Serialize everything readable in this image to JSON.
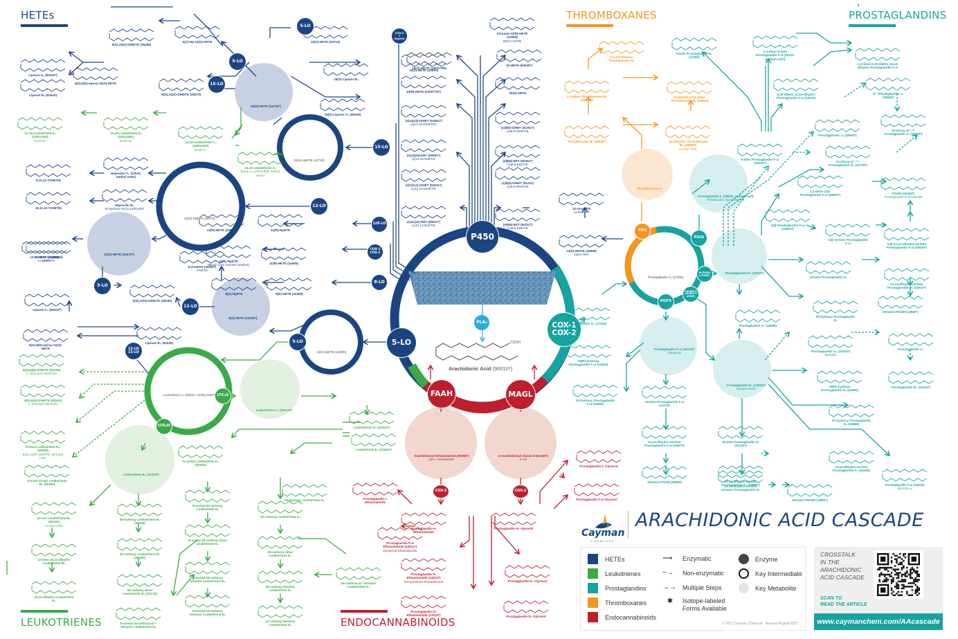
{
  "title": "ARACHIDONIC ACID CASCADE",
  "brand": {
    "name": "Cayman",
    "subname": "CHEMICAL"
  },
  "colors": {
    "hetes": "#1b4581",
    "leukotrienes": "#3aaa48",
    "prostaglandins": "#17a3a0",
    "thromboxanes": "#f7941d",
    "endocannabinoids": "#be1e2d",
    "pla2": "#29abe2",
    "hetes_metabolite": "#c7d1e3",
    "lt_metabolite": "#e2f1df",
    "pg_metabolite": "#d7eeee",
    "tx_metabolite": "#fde6cf",
    "ec_metabolite": "#f1d7ce"
  },
  "sections": {
    "hetes": "HETEs",
    "thromboxanes": "THROMBOXANES",
    "prostaglandins": "PROSTAGLANDINS",
    "leukotrienes": "LEUKOTRIENES",
    "endocannabinoids": "ENDOCANNABINOIDS"
  },
  "center": {
    "substrate": "Arachidonic Acid",
    "substrate_cat": "(90010*)",
    "enzyme_pla2": "PLA₂",
    "p450": "P450",
    "cox": "COX-1\nCOX-2",
    "lo5": "5-LO",
    "faah": "FAAH",
    "magl": "MAGL"
  },
  "enzymes": {
    "lo5_a": "5-LO",
    "lo5_b": "5-LO",
    "lo5_c": "5-LO",
    "lo5_d": "5-LO",
    "lo5_e": "5-LO",
    "lo15_a": "15-LO",
    "lo15_b": "15-LO",
    "lo12_a": "12-LO",
    "lo12_b": "12-LO",
    "lo12r": "12R-LO",
    "cox12_small": "COX-1\nCOX-2",
    "lo8": "8-LO",
    "lo12_15": "12-LO\n15-LO",
    "cox2_aspirin": "COX-2\n+\nAspirin",
    "ltc4s": "LTC₄S",
    "lta4h": "LTA₄H",
    "txs": "TXS",
    "pgis": "PGIS",
    "hpgds": "H-PGDS\nL-PGDS",
    "mpges": "mPGES-1\nmPGES-2\ncPGES",
    "pgfs": "PGFS",
    "cox2_a": "COX-2",
    "cox2_b": "COX-2"
  },
  "key_intermediates": {
    "hpete15": "15(S)-HpETE (44720)",
    "hpete12": "12(S)-HpETE (44570)",
    "hpete5": "5(S)-HpETE (44230)",
    "lta4": "Leukotriene A₄ (20010, methyl ester*)",
    "pgh2": "Prostaglandin H₂ (17020)"
  },
  "key_metabolites": {
    "hete15": "15(S)-HETE (34720*)",
    "hete12": "12(S)-HETE (34570*)",
    "hete5": "5(S)-HETE (34230*)",
    "ltb4": "Leukotriene B₄ (20110*)",
    "ltc4": "Leukotriene C₄ (20210*)",
    "txa2": "Thromboxane A₂",
    "pgi2": {
      "name": "Prostaglandin I₂ (18220, sodium salt)",
      "sub": "Prostacyclin, Epoprostenol"
    },
    "pgd2": "Prostaglandin D₂ (12010*)",
    "pgf2a": {
      "name": "Prostaglandin F₂α (16010*)",
      "sub": "Dinoprost"
    },
    "pge2": {
      "name": "Prostaglandin E₂ (14010*)",
      "sub": "Dinoprostone"
    },
    "aea": {
      "name": "Arachidonoyl Ethanolamide (90050*)",
      "sub": "AEA, Anandamide"
    },
    "ag2": {
      "name": "2-Arachidonoyl Glycerol (62160*)",
      "sub": "2-AG"
    }
  },
  "hete_compounds": [
    {
      "name": "5(S),15(S)-DiHETE (35280)"
    },
    {
      "name": "5(S)-Hp-15(S)-HETE"
    },
    {
      "name": "Lipoxin A₄ (90410*)"
    },
    {
      "name": "Lipoxin B₄ (90420)"
    },
    {
      "name": "5(S),6(S)-epoxy-15(S)-HETE"
    },
    {
      "name": "8(S),15(S)-DiHETE (35370)"
    },
    {
      "name": "15(S)-HETE (34710)"
    },
    {
      "name": "15(S)-Lipoxin B₄"
    },
    {
      "name": "15(S)-Lipoxin A₄ (90415)"
    },
    {
      "name": "8,11,12-TriHETrE"
    },
    {
      "name": "Hepoxilin A₃ (22510, methyl ester)"
    },
    {
      "name": "10,11,12-TriHETrE"
    },
    {
      "name": "Hepoxilin B₃",
      "sub": "10-hydroxy-11(S),12(S)-EET"
    },
    {
      "name": "12-OxoETE (34580)",
      "sub": "12-KETE"
    },
    {
      "name": "12(R)-HETE (34560)"
    },
    {
      "name": "12(R)-HpETE"
    },
    {
      "name": "11(R)-HETE (34505)"
    },
    {
      "name": "11(R)-HpETE",
      "sub": "(Minor COX reaction product)"
    },
    {
      "name": "5-OxoETE (34250*)",
      "sub": "5-KETE"
    },
    {
      "name": "8(S)-HETE (34360)"
    },
    {
      "name": "8(S)-HpETE"
    },
    {
      "name": "5(S),12(S)-DiHETE (35260)"
    },
    {
      "name": "12-OxoETE (34580)",
      "sub": "12-KETE"
    },
    {
      "name": "Lipoxin A₄ (90410*)"
    },
    {
      "name": "5(S),6(R)-epoxy-15(S)-HETE"
    },
    {
      "name": "Lipoxin B₄ (90420)"
    },
    {
      "name": "12(S)-HETE (34560)"
    },
    {
      "name": "trioxane-12(R)-HETE (34565)",
      "sub": "8(R)-HHxTrE"
    },
    {
      "name": "19(S)-HETE (10007766)"
    },
    {
      "name": "20-HETE (90030*)"
    },
    {
      "name": "19(R)-HETE (10007767)"
    },
    {
      "name": "20(S)-HETE"
    },
    {
      "name": "(±)14(15)-DiHET (51651*)",
      "sub": "(±)14,15-DiHETrE*"
    },
    {
      "name": "(±)8(9)-DiHET (51351*)",
      "sub": "(±)8,9-DiHETrE"
    },
    {
      "name": "(±)14(15)-EET (50651*)",
      "sub": "(±)14,15-EpETrE"
    },
    {
      "name": "(±)8(9)-EET (50351*)",
      "sub": "(±)8,9-EpETrE"
    },
    {
      "name": "(±)11(12)-DiHET (51511*)",
      "sub": "(±)11,12-DiHETrE"
    },
    {
      "name": "(±)5(6)-DiHET (51211)",
      "sub": "(±)5,6-DiHETrE"
    },
    {
      "name": "(±)11(12)-EET (50511*)",
      "sub": "(±)11,12-EpETrE"
    },
    {
      "name": "(±)5(6)-EET (50211*)",
      "sub": "(±)5,6-EpETrE"
    },
    {
      "name": "12-OxoHTrE",
      "sub": "12-keto-HT"
    },
    {
      "name": "12(S)-HHTrE (34590)",
      "sub": "12(S)-HHT"
    }
  ],
  "leukotriene_compounds": [
    {
      "name": "14,15-Leukotriene E₄ (10011362)",
      "sub": "Eoxin E₄"
    },
    {
      "name": "14,15-Leukotriene D₄ (10011361)",
      "sub": "Eoxin D₄"
    },
    {
      "name": "14,15-Leukotriene C₄ (10011360)",
      "sub": "Eoxin C₄"
    },
    {
      "name": "14,15-Leukotriene A₄",
      "sub": "Eoxin A₄ (10011359, methyl ester)"
    },
    {
      "name": "5(S),6(R)-DiHETE (35200)",
      "sub": "(+ 5(S),6(S)-DiHETE)"
    },
    {
      "name": "5(S),6(S)-DiHETE (35210)",
      "sub": "(+ 5(S),6(R)-DiHETE)"
    },
    {
      "name": "6-trans Leukotriene B₄ (35250)",
      "sub": "5(S),12(R)-DiHETE, all-trans LTB₄"
    },
    {
      "name": "6-trans-12-epi Leukotriene B₄ (35260)"
    },
    {
      "name": "Leukotriene D₄ (20310*)"
    },
    {
      "name": "Leukotriene E₄ (20410*)"
    },
    {
      "name": "N-acetyl Leukotriene E₄ (20420)"
    },
    {
      "name": "20-hydroxy Leukotriene E₄"
    },
    {
      "name": "12-oxo Leukotriene B₄ (20140)",
      "sub": "12-keto LTB₄"
    },
    {
      "name": "12-keto-10,11-dihydro Leukotriene B₄"
    },
    {
      "name": "10,11-dihydro Leukotriene B₄"
    },
    {
      "name": "20-hydroxy Leukotriene B₄ (20190)"
    },
    {
      "name": "20-carboxy Leukotriene B₄ (20180)"
    },
    {
      "name": "18-carboxy dinor Leukotriene B₄ (20170)"
    },
    {
      "name": "N-acetyl-16-carboxy-Δ¹³-tetranor Leukotriene E₄"
    },
    {
      "name": "N-acetyl-20-carboxy Leukotriene E₄"
    },
    {
      "name": "N-acetyl-18-carboxy dinor Leukotriene E₄"
    },
    {
      "name": "N-acetyl-16-carboxy tetranor Leukotriene E₄"
    },
    {
      "name": "N-acetyl-14-carboxy hexanor Leukotriene E₄"
    },
    {
      "name": "20-carboxy Leukotriene E₄"
    },
    {
      "name": "18-carboxy dinor Leukotriene E₄"
    },
    {
      "name": "16-carboxy tetranor Leukotriene E₄"
    },
    {
      "name": "14-carboxy hexanor Leukotriene E₄"
    },
    {
      "name": "16-carboxy-Δ¹³-tetranor Leukotriene E₄"
    }
  ],
  "thromboxane_compounds": [
    {
      "name": "2,3,4,5-tetranor Thromboxane B₂"
    },
    {
      "name": "2,3-dinor Thromboxane B₂ (19030*)"
    },
    {
      "name": "11-dehydro-2,3-dinor Thromboxane B₂ (19533)"
    },
    {
      "name": "Thromboxane B₂ (19030*)"
    },
    {
      "name": "11-dehydro Thromboxane B₂ (19500*)",
      "sub": "11-keto TXB₂"
    }
  ],
  "prostaglandin_compounds": [
    {
      "name": "6-keto Prostaglandin E₁ (13260)"
    },
    {
      "name": "2,3-dinor-6-keto Prostaglandin F₁α (15120, sodium salt*)"
    },
    {
      "name": "2,3-dinor-6,15-diketo-13,14-dihydro Prostaglandin F₁α"
    },
    {
      "name": "6,15-diketo-13,14-dihydro Prostaglandin F₁α (15270)"
    },
    {
      "name": "Δ¹²-Prostaglandin J₂ (18550)"
    },
    {
      "name": "Prostaglandin J₂ (18500*)"
    },
    {
      "name": "15-deoxy-Δ¹²ˎ¹⁴-Prostaglandin J₂ (18570*)"
    },
    {
      "name": "6-keto Prostaglandin F₁α (15210*)"
    },
    {
      "name": "15-deoxy-Δ¹²ˎ¹⁴-Prostaglandin D₂ (12700*)"
    },
    {
      "name": "2,3-dinor-11β-Prostaglandin F₂α (16530*)"
    },
    {
      "name": "PGDM (12454*)",
      "sub": "Prostaglandin D Metabolite"
    },
    {
      "name": "11β-Prostaglandin F₂α (16520*)"
    },
    {
      "name": "11β-15-keto Prostaglandin F₂α"
    },
    {
      "name": "11β-13,14-dihydro-15-keto Prostaglandin F₂α (16540*)"
    },
    {
      "name": "15-keto Prostaglandin D₂"
    },
    {
      "name": "13,14-dihydro-15-keto Prostaglandin D₂ (12610*)"
    },
    {
      "name": "tetranor-PGDM (12850*)"
    },
    {
      "name": "20-hydroxy Prostaglandin D₂"
    },
    {
      "name": "Prostaglandin K₂ (18890)"
    },
    {
      "name": "Prostaglandin G₂ (17030)"
    },
    {
      "name": "Prostaglandin A₂ (10210*)",
      "sub": "Medullin"
    },
    {
      "name": "Prostaglandin C₂"
    },
    {
      "name": "19(R)-hydroxy Prostaglandin E₂ (14950)"
    },
    {
      "name": "Prostaglandin B₂ (11210*)"
    },
    {
      "name": "19(R)-hydroxy Prostaglandin F₂α (14910)"
    },
    {
      "name": "20-hydroxy Prostaglandin F₂α (14950)"
    },
    {
      "name": "15-keto Prostaglandin F₂α (14720)"
    },
    {
      "name": "20-hydroxy Prostaglandin E₂ (14950)"
    },
    {
      "name": "13,14-dihydro-15-keto Prostaglandin F₂α (16670*)"
    },
    {
      "name": "15-keto Prostaglandin E₂ (14720*)"
    },
    {
      "name": "13,14-dihydro-15-keto Prostaglandin A₂ (10260)"
    },
    {
      "name": "tetranor-PGFM (16840)"
    },
    {
      "name": "13,14-dihydro-15-keto Prostaglandin E₂ (14650*)"
    },
    {
      "name": "13,14-dihydro-15-keto tetranor Prostaglandin E₂"
    },
    {
      "name": "tetranor-PGEM (14880*)"
    },
    {
      "name": "Prostaglandin F₂α (16410)",
      "sub": "9β-PGF₂α"
    }
  ],
  "endocannabinoid_compounds": [
    {
      "name": "Prostaglandin I₂ Ethanolamide"
    },
    {
      "name": "Prostaglandin H₂ Ethanolamide"
    },
    {
      "name": "Prostaglandin H₂ Glycerol"
    },
    {
      "name": "Prostaglandin F₂α Ethanolamide (16012*)",
      "sub": "Dinoprost Ethanolamide"
    },
    {
      "name": "Prostaglandin E₂ Ethanolamide (14012*)",
      "sub": "Dinoprostone Ethanolamide"
    },
    {
      "name": "Prostaglandin D₂ Ethanolamide (12012*)"
    },
    {
      "name": "Prostaglandin E₂ Glycerol"
    },
    {
      "name": "Prostaglandin D₂ Glycerol"
    },
    {
      "name": "Prostaglandin I₂ Glycerol"
    },
    {
      "name": "Prostaglandin F₂α Glycerol"
    }
  ],
  "legend": {
    "classes": [
      {
        "label": "HETEs",
        "color": "#1b4581"
      },
      {
        "label": "Leukotrienes",
        "color": "#3aaa48"
      },
      {
        "label": "Prostaglandins",
        "color": "#17a3a0"
      },
      {
        "label": "Thromboxanes",
        "color": "#f7941d"
      },
      {
        "label": "Endocannabinoids",
        "color": "#be1e2d"
      }
    ],
    "arrows": [
      {
        "symbol": "⟶",
        "label": "Enzymatic"
      },
      {
        "symbol": "┄→",
        "label": "Non-enzymatic"
      },
      {
        "symbol": "→→",
        "label": "Multiple Steps"
      },
      {
        "symbol": "✱",
        "label": "Isotope-labeled Forms Available"
      }
    ],
    "shapes": [
      {
        "label": "Enzyme"
      },
      {
        "label": "Key Intermediate"
      },
      {
        "label": "Key Metabolite"
      }
    ],
    "copyright": "© 2017 Cayman Chemical · Revised August 2022"
  },
  "crosstalk": {
    "heading": "CROSSTALK\nIN THE\nARACHIDONIC\nACID CASCADE",
    "cta": "SCAN TO\nREAD THE ARTICLE",
    "url": "www.caymanchem.com/AAcascade"
  }
}
